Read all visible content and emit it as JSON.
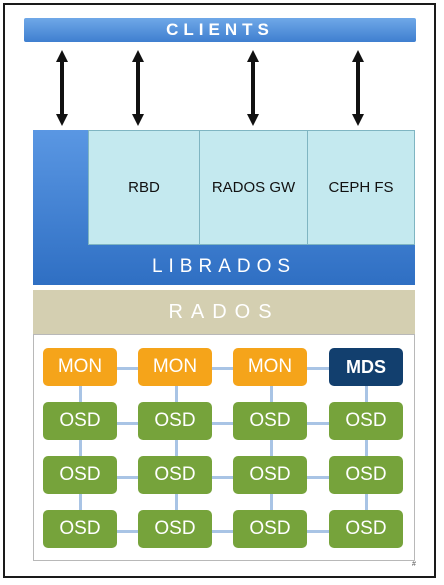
{
  "clients_label": "CLIENTS",
  "interfaces": [
    "RBD",
    "RADOS GW",
    "CEPH FS"
  ],
  "librados_label": "LIBRADOS",
  "rados_label": "RADOS",
  "cluster": {
    "top_row": [
      "MON",
      "MON",
      "MON",
      "MDS"
    ],
    "osd_rows": [
      [
        "OSD",
        "OSD",
        "OSD",
        "OSD"
      ],
      [
        "OSD",
        "OSD",
        "OSD",
        "OSD"
      ],
      [
        "OSD",
        "OSD",
        "OSD",
        "OSD"
      ]
    ]
  },
  "colors": {
    "mon": "#f5a41a",
    "mds": "#123f6e",
    "osd": "#76a33b",
    "librados": "#2f6fc3",
    "rados_bar": "#d4cfb1",
    "interface_box": "#c4e9ef"
  },
  "footer_mark": "#"
}
